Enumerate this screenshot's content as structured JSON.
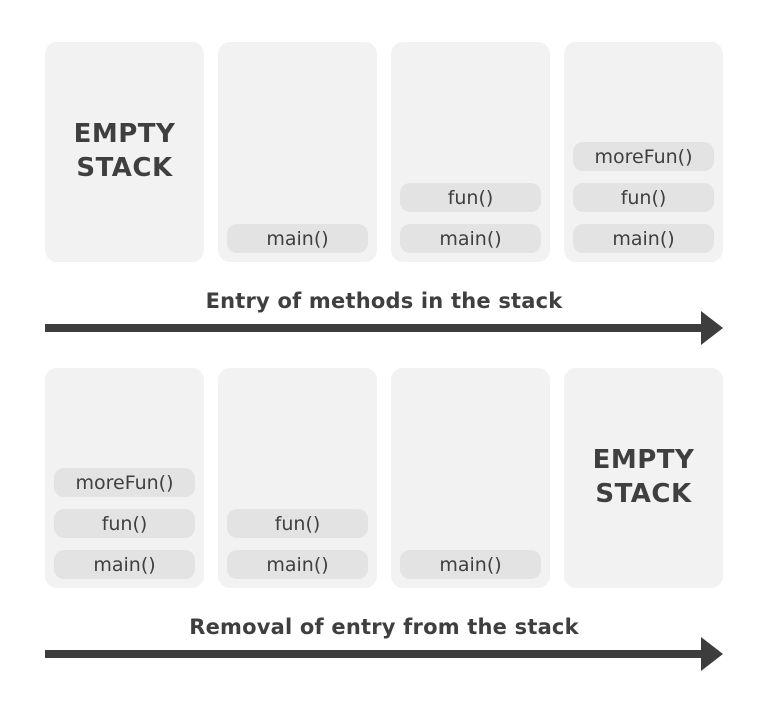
{
  "colors": {
    "page_bg": "#ffffff",
    "panel_bg": "#f2f2f2",
    "pill_bg": "#e3e3e3",
    "text_color": "#3f3f3f",
    "arrow_color": "#3d3d3d"
  },
  "top_row": {
    "caption": "Entry of methods in the stack",
    "panels": [
      {
        "type": "label",
        "label": "EMPTY STACK"
      },
      {
        "type": "stack",
        "frames": [
          "main()"
        ]
      },
      {
        "type": "stack",
        "frames": [
          "fun()",
          "main()"
        ]
      },
      {
        "type": "stack",
        "frames": [
          "moreFun()",
          "fun()",
          "main()"
        ]
      }
    ]
  },
  "bottom_row": {
    "caption": "Removal of entry from the stack",
    "panels": [
      {
        "type": "stack",
        "frames": [
          "moreFun()",
          "fun()",
          "main()"
        ]
      },
      {
        "type": "stack",
        "frames": [
          "fun()",
          "main()"
        ]
      },
      {
        "type": "stack",
        "frames": [
          "main()"
        ]
      },
      {
        "type": "label",
        "label": "EMPTY STACK"
      }
    ]
  }
}
